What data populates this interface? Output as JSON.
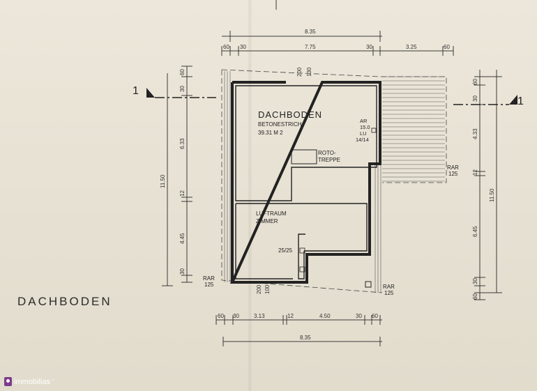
{
  "title": "DACHBODEN",
  "rooms": {
    "main_name": "DACHBODEN",
    "main_floor": "BETONESTRICH",
    "main_area": "39.31 M 2",
    "stair": [
      "ROTO-",
      "TREPPE"
    ],
    "luftraum": [
      "LUFTRAUM",
      "ZIMMER"
    ],
    "window": [
      "AR",
      "15.0",
      "LU",
      "14/14"
    ],
    "duct": "25/25",
    "rar_left": [
      "RAR",
      "125"
    ],
    "rar_right_top": [
      "RAR",
      "125"
    ],
    "rar_right_bottom": [
      "RAR",
      "125"
    ]
  },
  "section_mark": "1",
  "dimensions": {
    "top_total": "8.35",
    "top_segments": [
      "60",
      "30",
      "7.75",
      "30",
      "3.25",
      "60"
    ],
    "top_inner": [
      "200",
      "130"
    ],
    "left_total": "11.50",
    "left_segments": [
      "60",
      "30",
      "6.33",
      "12",
      "4.45",
      "30"
    ],
    "right_total": "11.50",
    "right_segments": [
      "60",
      "30",
      "4.33",
      "12",
      "6.45",
      "30",
      "60"
    ],
    "bottom_total": "8.35",
    "bottom_segments": [
      "60",
      "30",
      "3.13",
      "12",
      "4.50",
      "30",
      "60"
    ],
    "bottom_inner": [
      "200",
      "100"
    ]
  },
  "brand": {
    "name": "immobilias",
    "mark": "°"
  }
}
